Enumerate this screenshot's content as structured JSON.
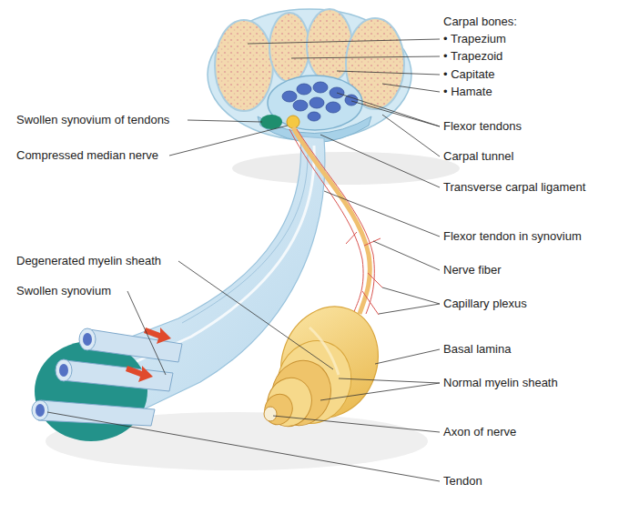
{
  "diagram": {
    "labels": [
      "Carpal bones:",
      "• Trapezium",
      "• Trapezoid",
      "• Capitate",
      "• Hamate",
      "Swollen synovium of tendons",
      "Flexor tendons",
      "Compressed median nerve",
      "Carpal tunnel",
      "Transverse carpal ligament",
      "Flexor tendon in synovium",
      "Degenerated myelin sheath",
      "Nerve fiber",
      "Swollen synovium",
      "Capillary plexus",
      "Basal lamina",
      "Normal myelin sheath",
      "Axon of nerve",
      "Tendon"
    ]
  }
}
